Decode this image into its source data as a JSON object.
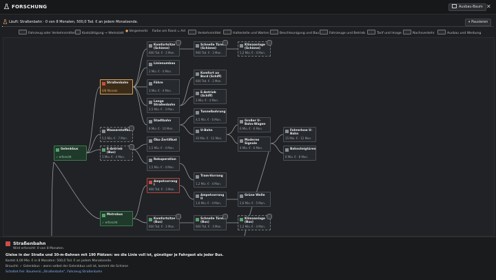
{
  "header": {
    "title": "FORSCHUNG",
    "tree_button": "Ausbau-Baum",
    "pause_button": "Pausieren"
  },
  "status": {
    "text": "Läuft: Straßenbahn · 0 von 8 Monaten, 500,0 Tsd. € an jedem Monatsende.",
    "progress": 0.0
  },
  "legend": [
    {
      "label": "Fahrzeug oder Verkehrsmittel"
    },
    {
      "label": "Kostsättigung → Werkstatt"
    },
    {
      "label": "Vergemerkt"
    },
    {
      "label": "Farbe am Rand = Art"
    },
    {
      "label": "Verkehrsmittel"
    },
    {
      "label": "Haltestelle und Warten"
    },
    {
      "label": "Beschleunigung und Bau"
    },
    {
      "label": "Fahrzeuge und Betrieb"
    },
    {
      "label": "Tarif und Image"
    },
    {
      "label": "Nachsverkehr"
    },
    {
      "label": "Ausbau und Werbung"
    }
  ],
  "nodes": {
    "busnetz": {
      "name": "Gelenkbus",
      "cost": "✓ erforscht"
    },
    "strassenbahn": {
      "name": "Straßenbahn",
      "cost": "0/8 Monate"
    },
    "wasserstoff": {
      "name": "Wasserstoffbus",
      "cost": "5,5 Mio. € · 7 Mon."
    },
    "eantrieb": {
      "name": "E-Antrieb (Bus)",
      "cost": "3 Mio. € · 4 Mon."
    },
    "metrobus": {
      "name": "Metrobus",
      "cost": "✓ erforscht"
    },
    "komfort_s": {
      "name": "Komfortsitze (Schiene)",
      "cost": "600 Tsd. € · 2 Mon."
    },
    "linienumbau": {
      "name": "Linienumbau",
      "cost": "2 Mio. € · 4 Mon."
    },
    "faehre": {
      "name": "Fähre",
      "cost": "3 Mio. € · 4 Mon."
    },
    "lange_sb": {
      "name": "Lange Straßenbahn",
      "cost": "2,5 Mio. € · 3 Mon."
    },
    "stadtbahn": {
      "name": "Stadtbahn",
      "cost": "8 Mio. € · 10 Mon."
    },
    "oeko": {
      "name": "Öko-Zertifikat",
      "cost": "1,5 Mio. € · 4 Mon."
    },
    "rekuperation": {
      "name": "Rekuperation",
      "cost": "1,5 Mio. € · 4 Mon."
    },
    "ampel1": {
      "name": "Ampelvorrang I",
      "cost": "900 Tsd. € · 3 Mon."
    },
    "komfort_b": {
      "name": "Komfortsitze (Bus)",
      "cost": "600 Tsd. € · 2 Mon."
    },
    "tueren_s": {
      "name": "Schnelle Türen (Schiene)",
      "cost": "900 Tsd. € · 3 Mon."
    },
    "komfort_sch": {
      "name": "Komfort an Bord (Schiff)",
      "cost": "600 Tsd. € · 2 Mon."
    },
    "eantrieb_s": {
      "name": "E-Antrieb (Schiff)",
      "cost": "3 Mio. € · 4 Mon."
    },
    "tunnel": {
      "name": "Tunnelbohrung",
      "cost": "4,5 Mio. € · 6 Mon."
    },
    "ubahn": {
      "name": "U-Bahn",
      "cost": "20 Mio. € · 11 Mon."
    },
    "tram_vorrang": {
      "name": "Tram-Vorrang",
      "cost": "1,2 Mio. € · 4 Mon."
    },
    "ampel2": {
      "name": "Ampelvorrang II",
      "cost": "1,6 Mio. € · 4 Mon."
    },
    "tueren_b": {
      "name": "Schnelle Türen (Bus)",
      "cost": "900 Tsd. € · 3 Mon."
    },
    "klima_s": {
      "name": "Klimaanlage (Schiene)",
      "cost": "1,2 Mio. € · 4 Mon."
    },
    "gross_ubahn": {
      "name": "Großer U-Bahn-Wagen",
      "cost": "6 Mio. € · 6 Mon."
    },
    "moderne_sig": {
      "name": "Moderne Signale",
      "cost": "4 Mio. € · 6 Mon."
    },
    "gruene_welle": {
      "name": "Grüne Welle",
      "cost": "2,6 Mio. € · 5 Mon."
    },
    "klima_b": {
      "name": "Klimaanlage (Bus)",
      "cost": "1,2 Mio. € · 4 Mon."
    },
    "fahrerlos": {
      "name": "Fahrerlose U-Bahn",
      "cost": "15 Mio. € · 12 Mon."
    },
    "bahnsteig": {
      "name": "Bahnsteigtüren",
      "cost": "6 Mio. € · 8 Mon."
    }
  },
  "detail": {
    "title": "Straßenbahn",
    "subtitle": "Wird erforscht: 0 von 8 Monaten.",
    "description": "Gleise in der Straße und 30-m-Bahnen mit 190 Plätzen: wo die Linie voll ist, günstiger je Fahrgast als jeder Bus.",
    "cost_line": "Kostet 4,00 Mio. € in 8 Monaten: 500,0 Tsd. € an jedem Monatsende.",
    "need_line": "Braucht: ✓ Gelenkbus – wenn selbst der Gelenkbus voll ist, kommt die Schiene",
    "unlock_line": "Schaltet frei: Baumenü „Straßenbahn“, Fahrzeug Straßenbahn"
  },
  "colors": {
    "accent": "#d8a45a",
    "done": "#3f7a53",
    "link": "#7fb3ff"
  }
}
